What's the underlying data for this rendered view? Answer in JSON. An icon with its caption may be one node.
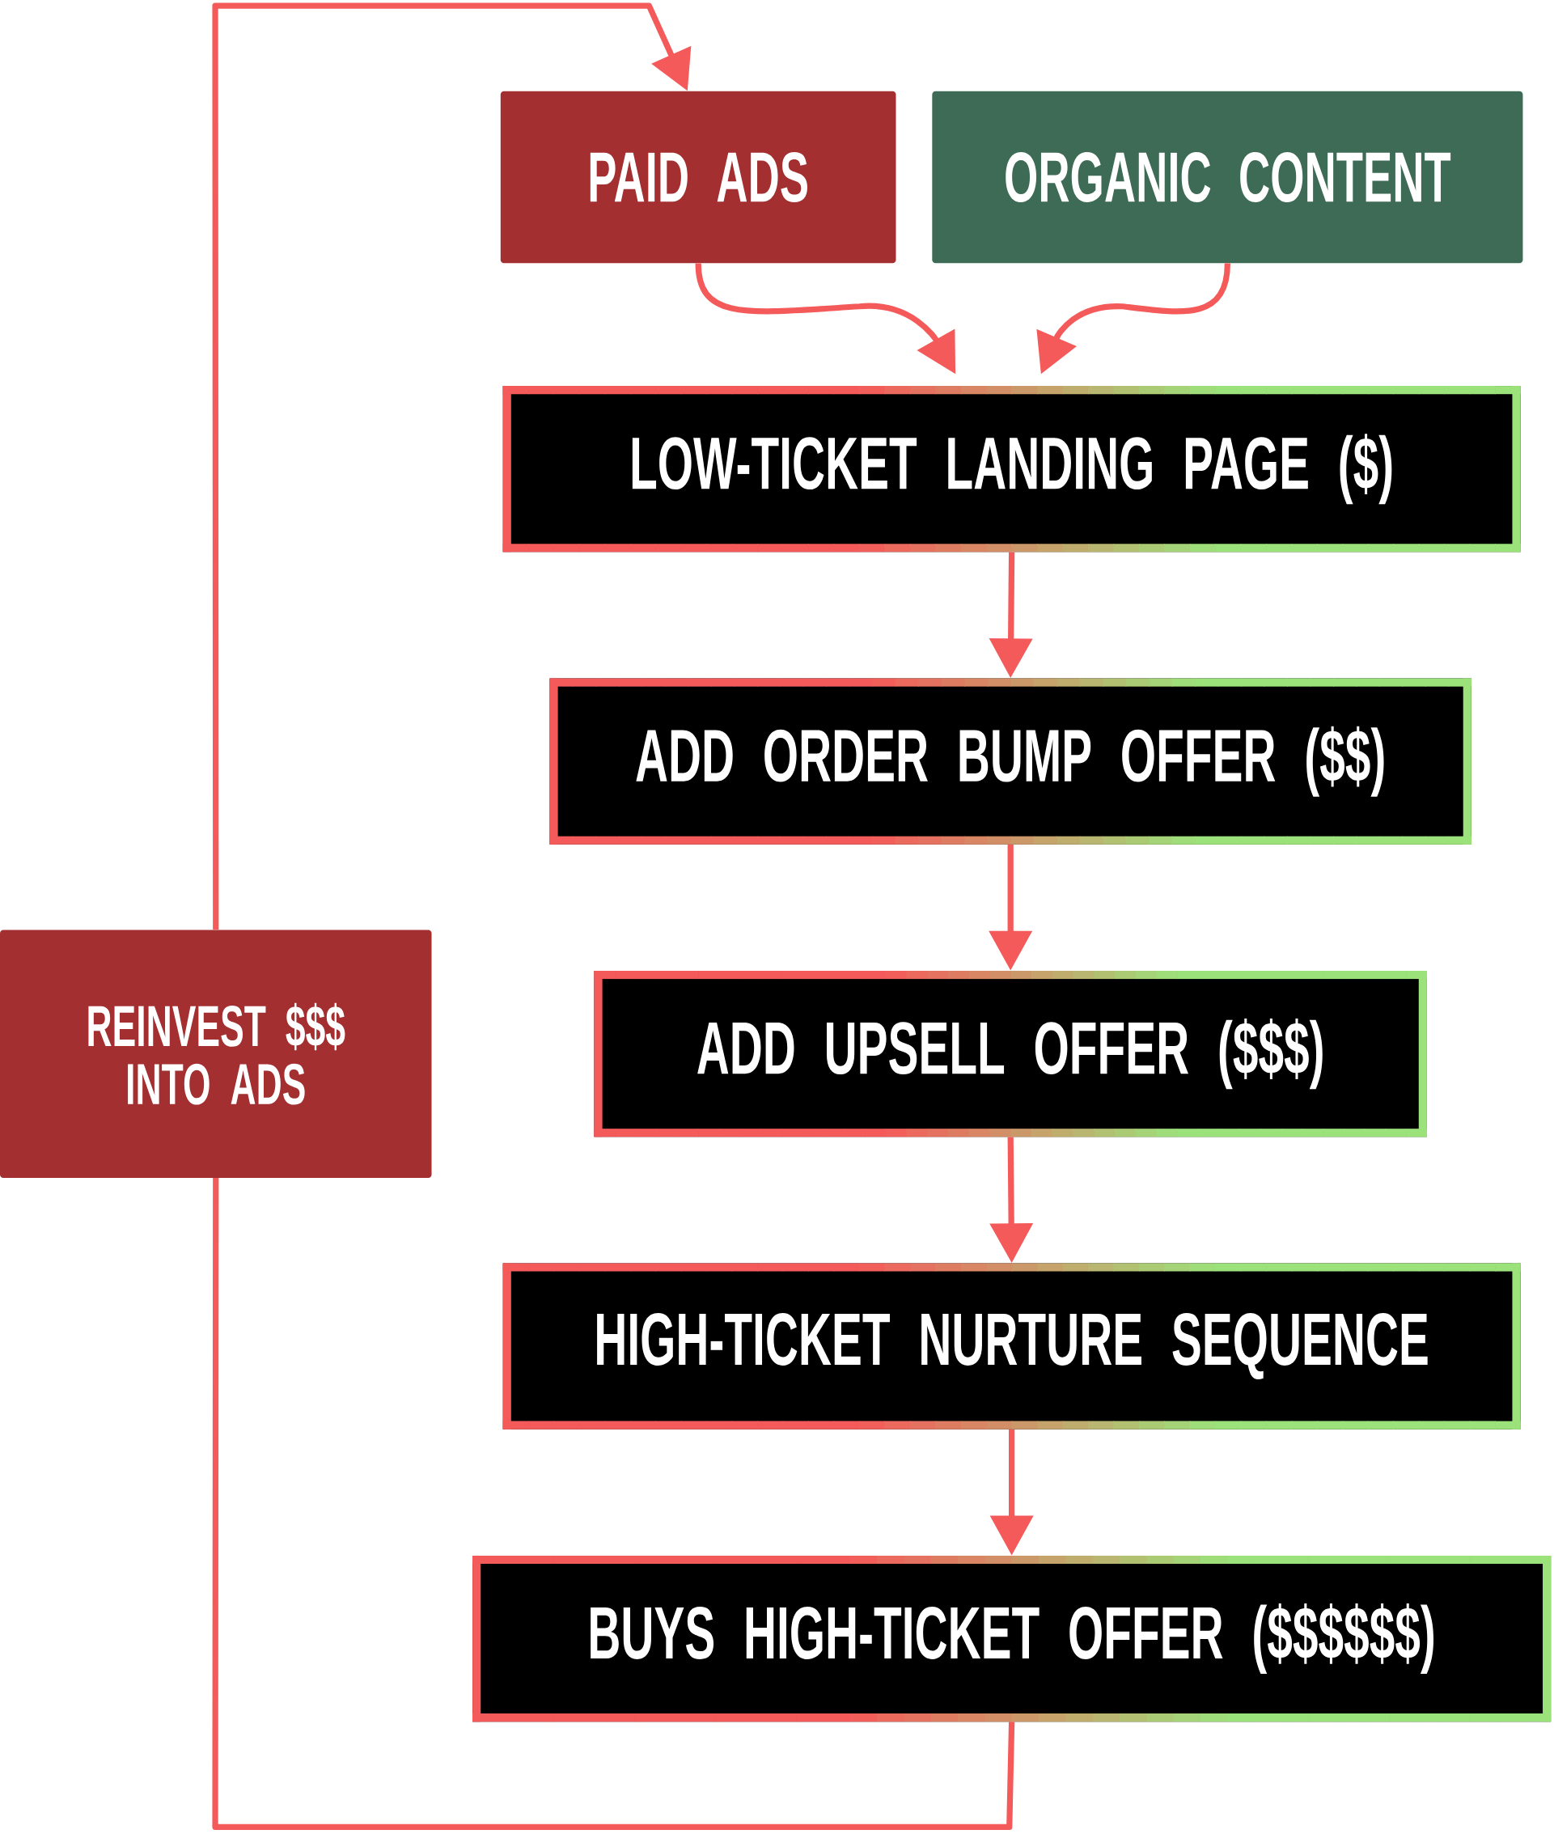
{
  "diagram": {
    "nodes": [
      {
        "text": [
          "PAID ADS"
        ]
      },
      {
        "text": [
          "ORGANIC CONTENT"
        ]
      },
      {
        "text": [
          "LOW-TICKET LANDING PAGE ($)"
        ]
      },
      {
        "text": [
          "ADD ORDER BUMP OFFER ($$)"
        ]
      },
      {
        "text": [
          "ADD UPSELL OFFER ($$$)"
        ]
      },
      {
        "text": [
          "HIGH-TICKET NURTURE SEQUENCE"
        ]
      },
      {
        "text": [
          "BUYS HIGH-TICKET OFFER ($$$$$$)"
        ]
      },
      {
        "text": [
          "REINVEST $$$ INTO ADS"
        ]
      }
    ],
    "edges": [
      {
        "from": 0,
        "to": 2,
        "arrow": "to"
      },
      {
        "from": 1,
        "to": 2,
        "arrow": "to"
      },
      {
        "from": 2,
        "to": 3,
        "arrow": "to"
      },
      {
        "from": 3,
        "to": 4,
        "arrow": "to"
      },
      {
        "from": 4,
        "to": 5,
        "arrow": "to"
      },
      {
        "from": 5,
        "to": 6,
        "arrow": "to"
      },
      {
        "from": 6,
        "to": 7,
        "arrow": "none"
      },
      {
        "from": 7,
        "to": 0,
        "arrow": "to"
      }
    ]
  }
}
